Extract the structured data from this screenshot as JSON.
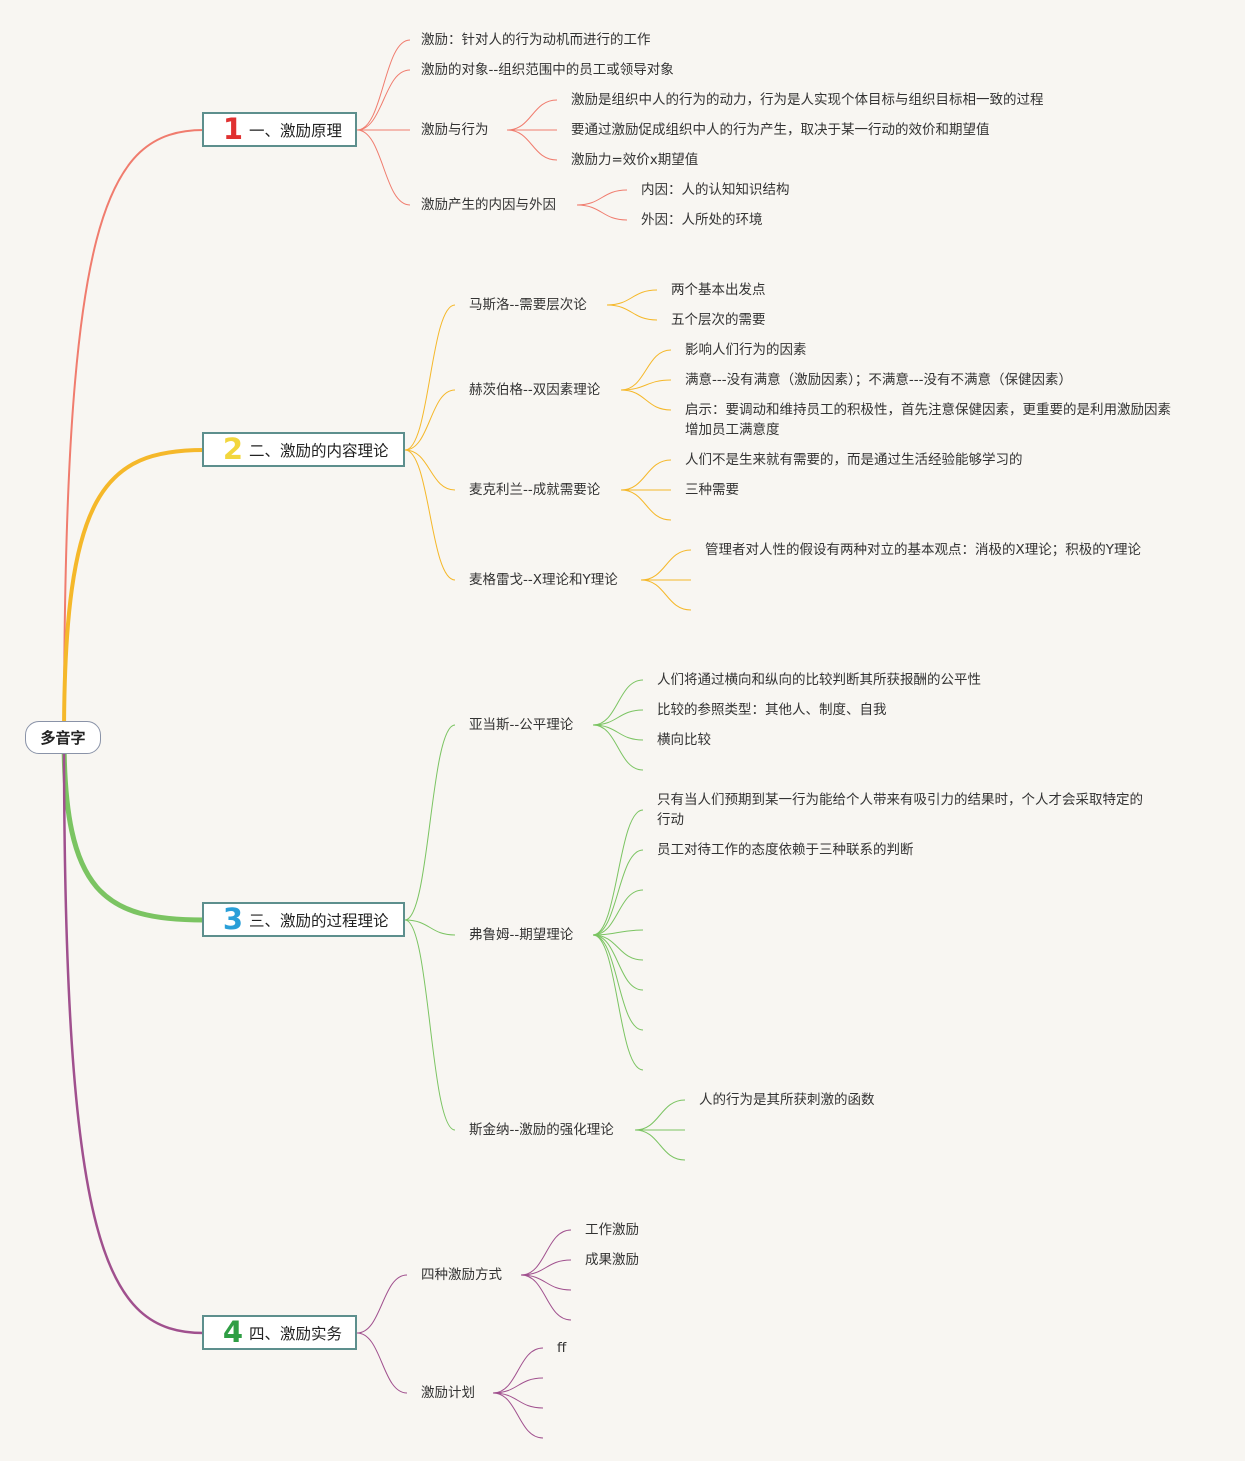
{
  "root": {
    "label": "多音字"
  },
  "branches": [
    {
      "num": "1",
      "label": "一、激励原理",
      "color": "#f07c6e",
      "num_color": "#e03131",
      "children": [
        {
          "label": "激励：针对人的行为动机而进行的工作",
          "children": []
        },
        {
          "label": "激励的对象--组织范围中的员工或领导对象",
          "children": []
        },
        {
          "label": "激励与行为",
          "children": [
            {
              "label": "激励是组织中人的行为的动力，行为是人实现个体目标与组织目标相一致的过程"
            },
            {
              "label": "要通过激励促成组织中人的行为产生，取决于某一行动的效价和期望值"
            },
            {
              "label": "激励力=效价x期望值"
            }
          ]
        },
        {
          "label": "激励产生的内因与外因",
          "children": [
            {
              "label": "内因：人的认知知识结构"
            },
            {
              "label": "外因：人所处的环境"
            }
          ]
        }
      ]
    },
    {
      "num": "2",
      "label": "二、激励的内容理论",
      "color": "#f5b82a",
      "num_color": "#f2d63d",
      "children": [
        {
          "label": "马斯洛--需要层次论",
          "children": [
            {
              "label": "两个基本出发点"
            },
            {
              "label": "五个层次的需要"
            }
          ]
        },
        {
          "label": "赫茨伯格--双因素理论",
          "children": [
            {
              "label": "影响人们行为的因素"
            },
            {
              "label": "满意---没有满意（激励因素）；不满意---没有不满意（保健因素）"
            },
            {
              "label": "启示：要调动和维持员工的积极性，首先注意保健因素，更重要的是利用激励因素增加员工满意度"
            }
          ]
        },
        {
          "label": "麦克利兰--成就需要论",
          "children": [
            {
              "label": "人们不是生来就有需要的，而是通过生活经验能够学习的"
            },
            {
              "label": "三种需要"
            },
            {
              "label": ""
            }
          ]
        },
        {
          "label": "麦格雷戈--X理论和Y理论",
          "children": [
            {
              "label": "管理者对人性的假设有两种对立的基本观点：消极的X理论；积极的Y理论"
            },
            {
              "label": ""
            },
            {
              "label": ""
            }
          ]
        }
      ]
    },
    {
      "num": "3",
      "label": "三、激励的过程理论",
      "color": "#7bc462",
      "num_color": "#2a9fd8",
      "children": [
        {
          "label": "亚当斯--公平理论",
          "children": [
            {
              "label": "人们将通过横向和纵向的比较判断其所获报酬的公平性"
            },
            {
              "label": "比较的参照类型：其他人、制度、自我"
            },
            {
              "label": "横向比较"
            },
            {
              "label": ""
            }
          ]
        },
        {
          "label": "弗鲁姆--期望理论",
          "children": [
            {
              "label": "只有当人们预期到某一行为能给个人带来有吸引力的结果时，个人才会采取特定的行动"
            },
            {
              "label": "员工对待工作的态度依赖于三种联系的判断"
            },
            {
              "label": ""
            },
            {
              "label": ""
            },
            {
              "label": ""
            },
            {
              "label": ""
            },
            {
              "label": ""
            },
            {
              "label": ""
            }
          ]
        },
        {
          "label": "斯金纳--激励的强化理论",
          "children": [
            {
              "label": "人的行为是其所获刺激的函数"
            },
            {
              "label": ""
            },
            {
              "label": ""
            }
          ]
        }
      ]
    },
    {
      "num": "4",
      "label": "四、激励实务",
      "color": "#a0508e",
      "num_color": "#2f9e44",
      "children": [
        {
          "label": "四种激励方式",
          "children": [
            {
              "label": "工作激励"
            },
            {
              "label": "成果激励"
            },
            {
              "label": ""
            },
            {
              "label": ""
            }
          ]
        },
        {
          "label": "激励计划",
          "children": [
            {
              "label": "ff"
            },
            {
              "label": ""
            },
            {
              "label": ""
            }
          ]
        }
      ]
    }
  ]
}
